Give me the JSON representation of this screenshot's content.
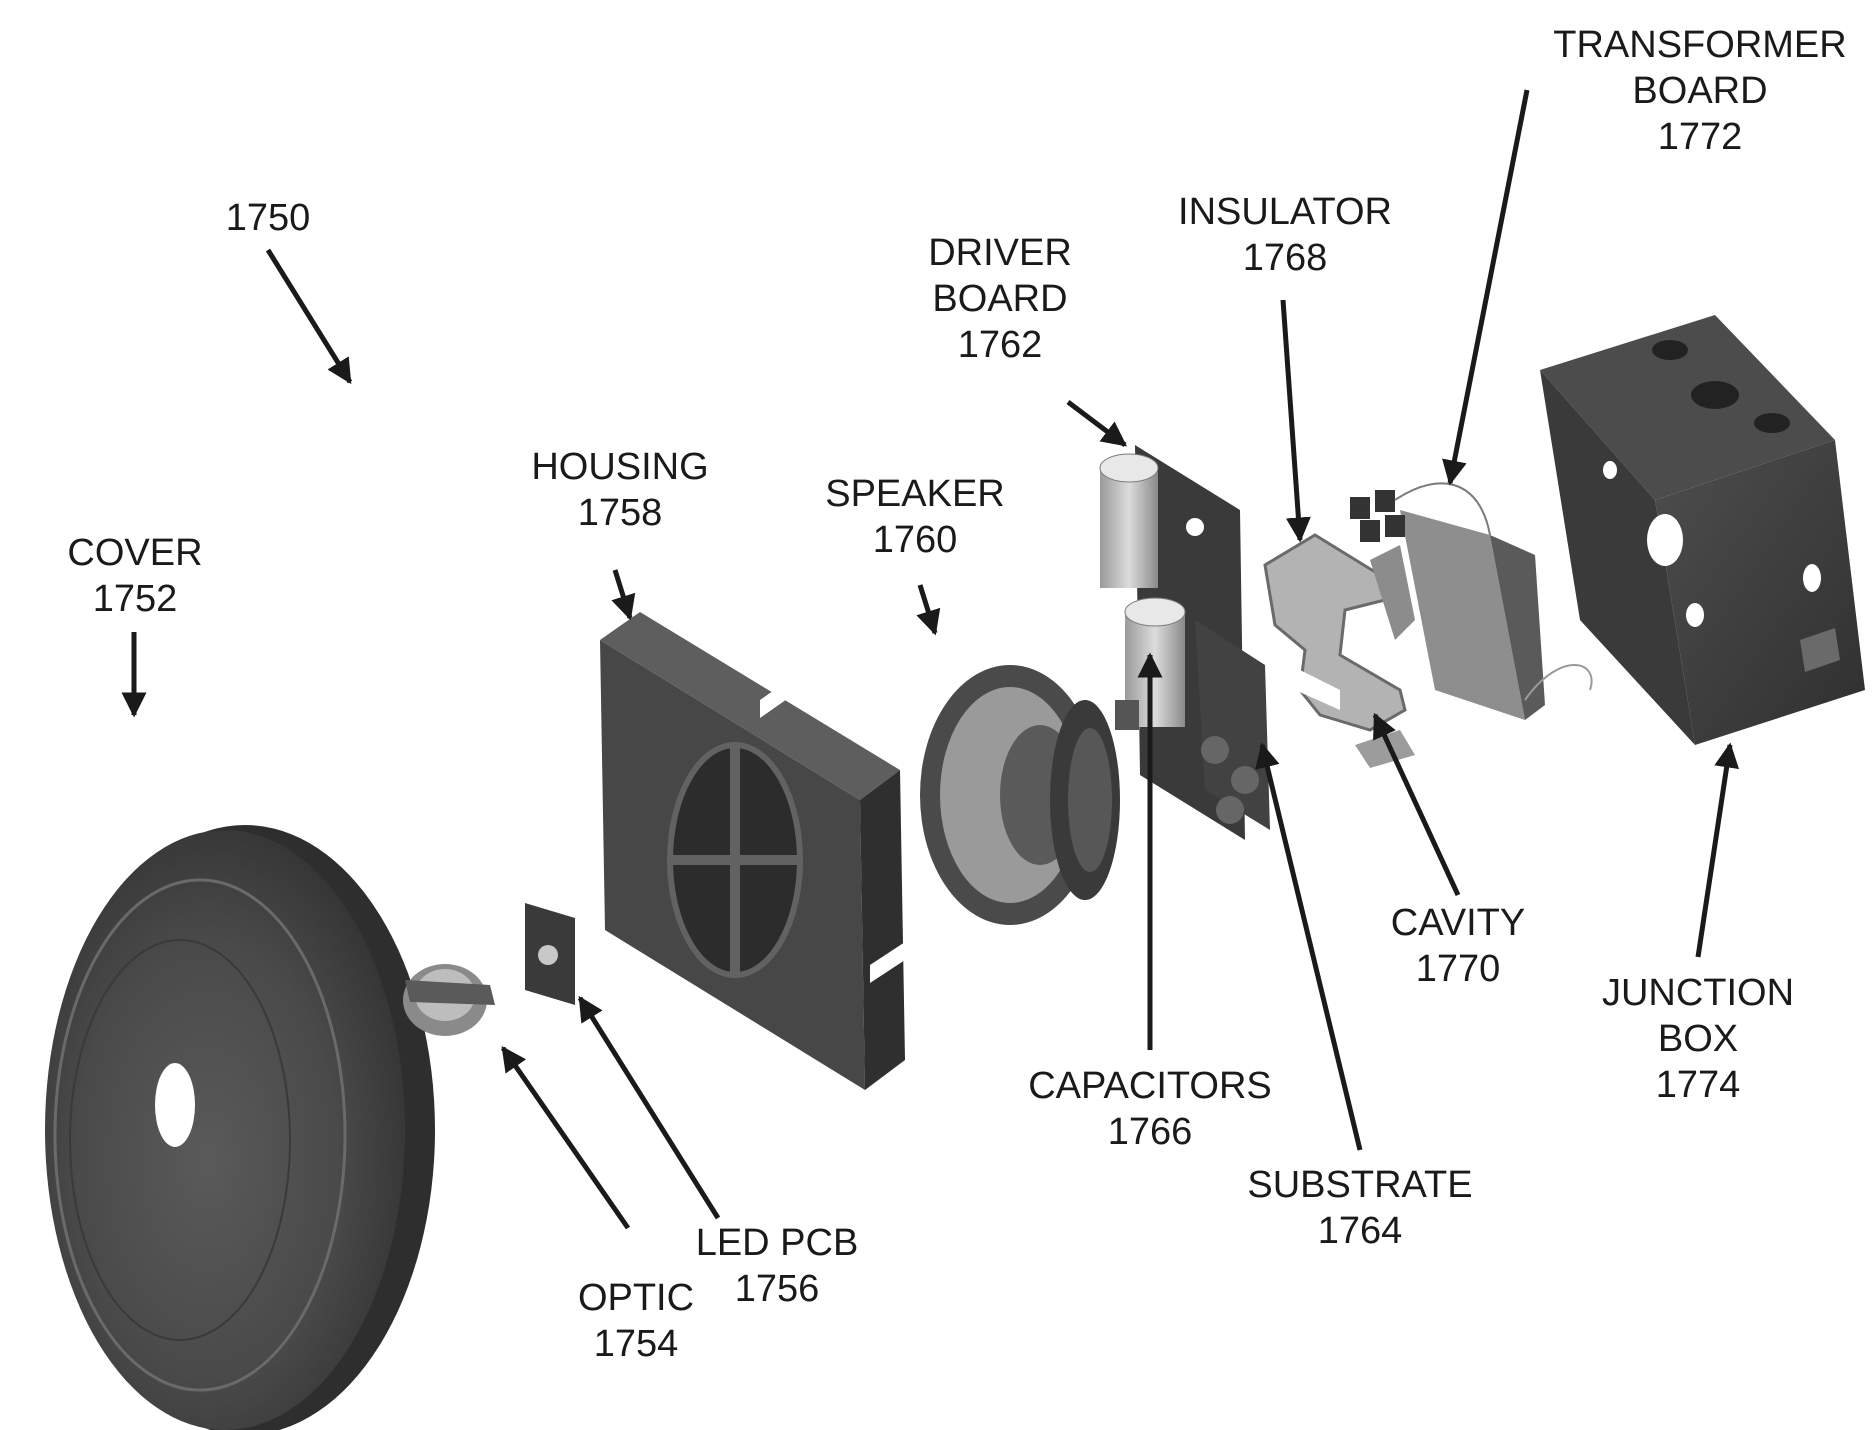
{
  "figure_ref": "1750",
  "components": {
    "cover": {
      "name": "COVER",
      "num": "1752"
    },
    "optic": {
      "name": "OPTIC",
      "num": "1754"
    },
    "led_pcb": {
      "name": "LED PCB",
      "num": "1756"
    },
    "housing": {
      "name": "HOUSING",
      "num": "1758"
    },
    "speaker": {
      "name": "SPEAKER",
      "num": "1760"
    },
    "driver_board": {
      "name1": "DRIVER",
      "name2": "BOARD",
      "num": "1762"
    },
    "substrate": {
      "name": "SUBSTRATE",
      "num": "1764"
    },
    "capacitors": {
      "name": "CAPACITORS",
      "num": "1766"
    },
    "insulator": {
      "name": "INSULATOR",
      "num": "1768"
    },
    "cavity": {
      "name": "CAVITY",
      "num": "1770"
    },
    "transformer_board": {
      "name1": "TRANSFORMER",
      "name2": "BOARD",
      "num": "1772"
    },
    "junction_box": {
      "name1": "JUNCTION",
      "name2": "BOX",
      "num": "1774"
    }
  },
  "colors": {
    "part_dark": "#3d3d3d",
    "part_mid": "#6a6a6a",
    "part_light": "#a8a8a8",
    "ink": "#1a1a1a"
  }
}
